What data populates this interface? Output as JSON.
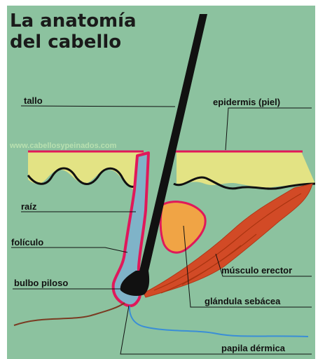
{
  "title": {
    "line1": "La anatomía",
    "line2": "del cabello"
  },
  "watermark": "www.cabellosypeinados.com",
  "labels": {
    "tallo": "tallo",
    "epidermis": "epidermis (piel)",
    "raiz": "raíz",
    "foliculo": "folículo",
    "bulbo": "bulbo piloso",
    "musculo": "músculo erector",
    "glandula": "glándula sebácea",
    "papila": "papila dérmica"
  },
  "colors": {
    "background": "#8cc29f",
    "skin": "#e3e384",
    "follicle_outline": "#e0185a",
    "follicle_fill": "#7fb3c8",
    "hair": "#111111",
    "muscle": "#d24a26",
    "gland": "#f0a445",
    "nerve_blue": "#3a8ed6",
    "nerve_brown": "#7a3b22"
  }
}
